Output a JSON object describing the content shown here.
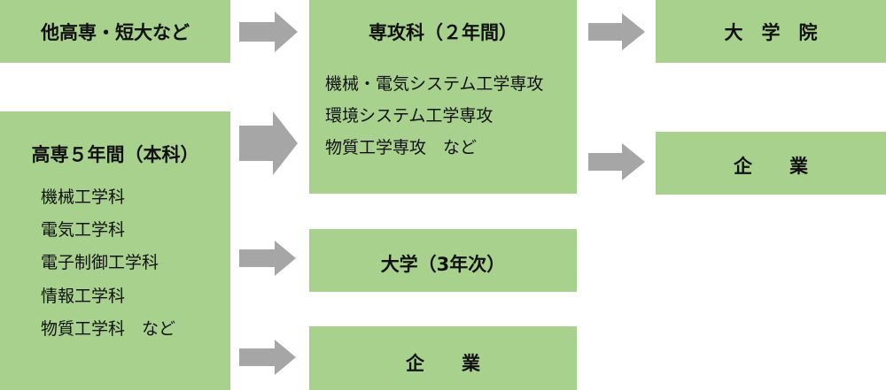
{
  "colors": {
    "box_fill": "#a9d18e",
    "arrow_fill": "#a6a6a6"
  },
  "nodes": {
    "other_kosen": {
      "title": "他高専・短大など"
    },
    "kosen_main": {
      "title": "高専５年間（本科）",
      "items": [
        "機械工学科",
        "電気工学科",
        "電子制御工学科",
        "情報工学科",
        "物質工学科　など"
      ]
    },
    "advanced": {
      "title": "専攻科（２年間）",
      "items": [
        "機械・電気システム工学専攻",
        "環境システム工学専攻",
        "物質工学専攻　など"
      ]
    },
    "university_3rd": {
      "title": "大学（3年次）"
    },
    "company_lower": {
      "title": "企　　業"
    },
    "graduate_school": {
      "title": "大　学　院"
    },
    "company_right": {
      "title": "企　　業"
    }
  }
}
